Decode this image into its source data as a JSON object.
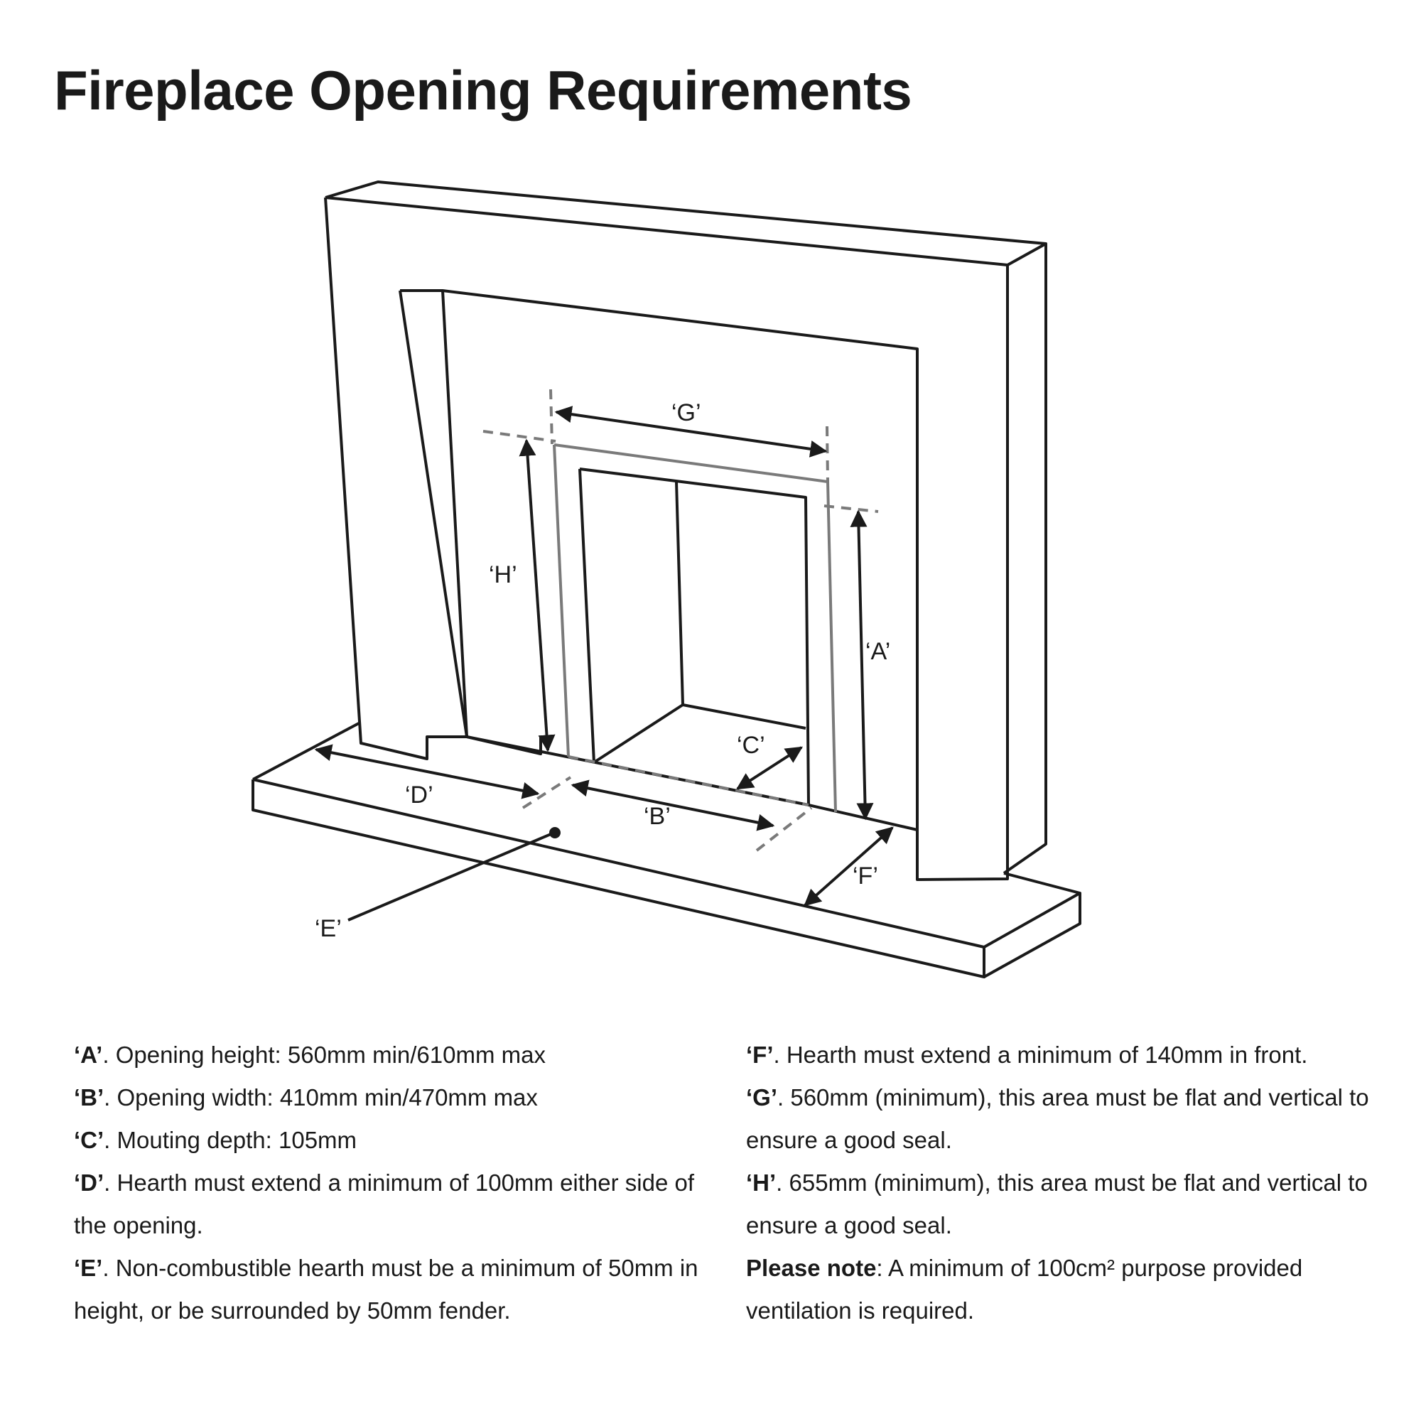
{
  "title": "Fireplace Opening Requirements",
  "labels": {
    "A": "‘A’",
    "B": "‘B’",
    "C": "‘C’",
    "D": "‘D’",
    "E": "‘E’",
    "F": "‘F’",
    "G": "‘G’",
    "H": "‘H’"
  },
  "notes_left": [
    {
      "key": "‘A’",
      "text": ". Opening height: 560mm min/610mm max"
    },
    {
      "key": "‘B’",
      "text": ". Opening width: 410mm min/470mm max"
    },
    {
      "key": "‘C’",
      "text": ". Mouting depth: 105mm"
    },
    {
      "key": "‘D’",
      "text": ". Hearth must extend a minimum of 100mm either side of the opening."
    },
    {
      "key": "‘E’",
      "text": ". Non-combustible hearth must be a minimum of 50mm in height, or be surrounded by 50mm fender."
    }
  ],
  "notes_right": [
    {
      "key": "‘F’",
      "text": ". Hearth must extend a minimum of 140mm in front."
    },
    {
      "key": "‘G’",
      "text": ". 560mm (minimum), this area must be flat and vertical to ensure a good seal."
    },
    {
      "key": "‘H’",
      "text": ". 655mm (minimum), this area must be flat and vertical to ensure a good seal."
    },
    {
      "key": "Please note",
      "text": ": A minimum of 100cm² purpose provided ventilation is required."
    }
  ],
  "colors": {
    "line": "#1a1a1a",
    "dashed": "#7a7a7a",
    "background": "#ffffff"
  }
}
